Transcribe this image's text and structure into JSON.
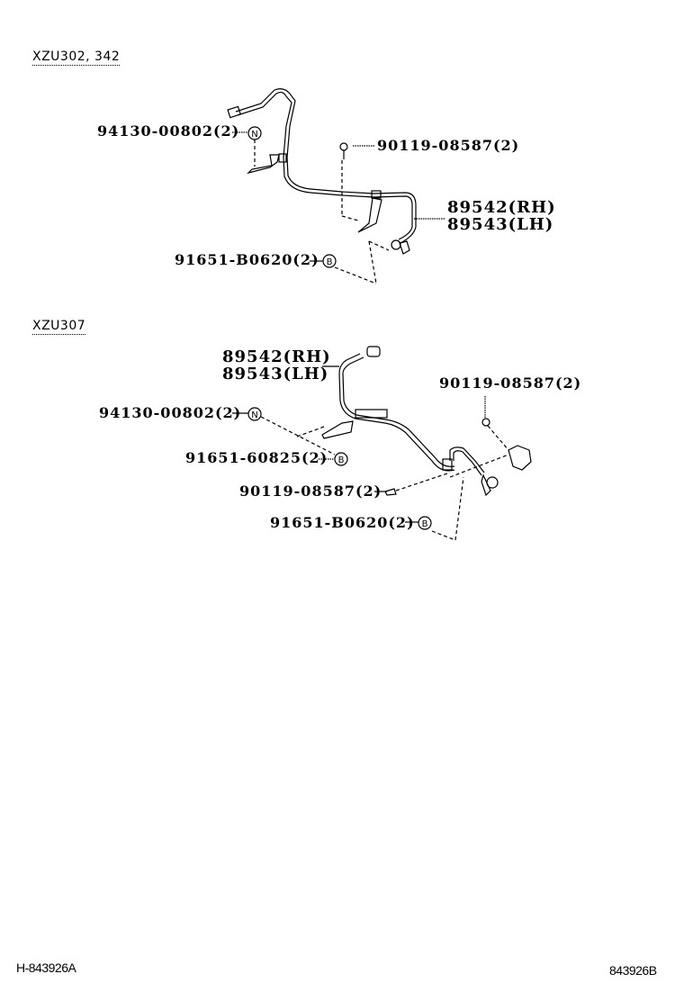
{
  "diagram": {
    "sections": [
      {
        "variant_label": "XZU302, 342",
        "parts": [
          {
            "number": "94130-00802",
            "qty": "(2)",
            "tag": "N"
          },
          {
            "number": "90119-08587",
            "qty": "(2)",
            "tag": ""
          },
          {
            "number": "89542",
            "side": "(RH)"
          },
          {
            "number": "89543",
            "side": "(LH)"
          },
          {
            "number": "91651-B0620",
            "qty": "(2)",
            "tag": "B"
          }
        ]
      },
      {
        "variant_label": "XZU307",
        "parts": [
          {
            "number": "89542",
            "side": "(RH)"
          },
          {
            "number": "89543",
            "side": "(LH)"
          },
          {
            "number": "90119-08587",
            "qty": "(2)",
            "tag": ""
          },
          {
            "number": "94130-00802",
            "qty": "(2)",
            "tag": "N"
          },
          {
            "number": "91651-60825",
            "qty": "(2)",
            "tag": "B"
          },
          {
            "number": "90119-08587",
            "qty": "(2)",
            "tag": ""
          },
          {
            "number": "91651-B0620",
            "qty": "(2)",
            "tag": "B"
          }
        ]
      }
    ],
    "footer": {
      "left_code": "H-843926A",
      "right_code": "843926B"
    }
  },
  "labels": {
    "s1_p1": "94130-00802(2)",
    "s1_p2": "90119-08587(2)",
    "s1_p3": "89542(RH)",
    "s1_p4": "89543(LH)",
    "s1_p5": "91651-B0620(2)",
    "s2_p1": "89542(RH)",
    "s2_p2": "89543(LH)",
    "s2_p3": "90119-08587(2)",
    "s2_p4": "94130-00802(2)",
    "s2_p5": "91651-60825(2)",
    "s2_p6": "90119-08587(2)",
    "s2_p7": "91651-B0620(2)",
    "tag_n": "N",
    "tag_b": "B"
  }
}
